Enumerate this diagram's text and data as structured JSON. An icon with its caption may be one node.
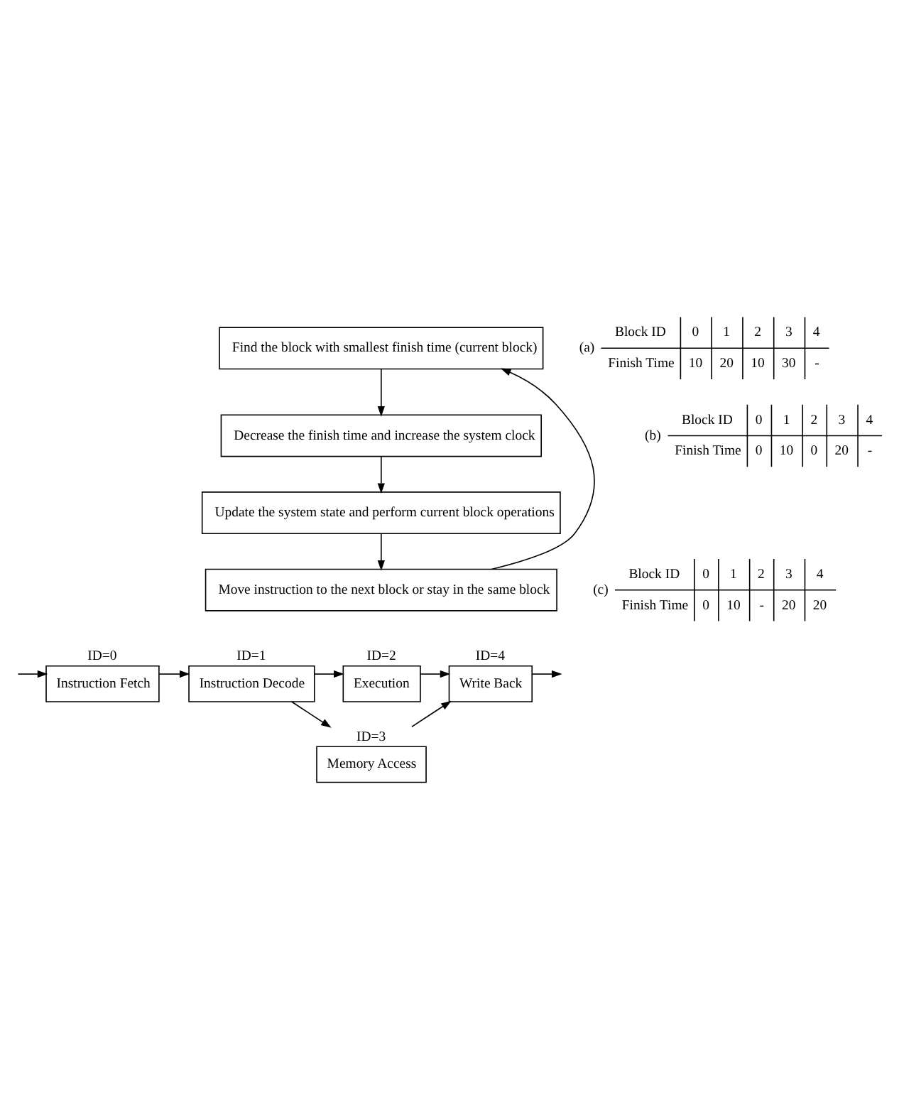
{
  "diagram": {
    "nodes": [
      {
        "text": [
          "Find the block with smallest finish time (current block)"
        ]
      },
      {
        "text": [
          "Decrease the finish time and increase the system clock"
        ]
      },
      {
        "text": [
          "Update the system state and perform current block operations"
        ]
      },
      {
        "text": [
          "Move instruction to the next block or stay in the same block"
        ]
      },
      {
        "text": [
          "Instruction Fetch"
        ],
        "beside": [
          "ID=0"
        ]
      },
      {
        "text": [
          "Instruction Decode"
        ],
        "beside": [
          "ID=1"
        ]
      },
      {
        "text": [
          "Execution"
        ],
        "beside": [
          "ID=2"
        ]
      },
      {
        "text": [
          "Memory Access"
        ],
        "beside": [
          "ID=3"
        ]
      },
      {
        "text": [
          "Write Back"
        ],
        "beside": [
          "ID=4"
        ]
      }
    ],
    "edges": [
      {
        "from": 0,
        "to": 1,
        "arrow": "to"
      },
      {
        "from": 1,
        "to": 2,
        "arrow": "to"
      },
      {
        "from": 2,
        "to": 3,
        "arrow": "to"
      },
      {
        "from": 3,
        "to": 0,
        "arrow": "to"
      },
      {
        "from": null,
        "to": 4,
        "arrow": "to"
      },
      {
        "from": 4,
        "to": 5,
        "arrow": "to"
      },
      {
        "from": 5,
        "to": 6,
        "arrow": "to"
      },
      {
        "from": 5,
        "to": 7,
        "arrow": "to"
      },
      {
        "from": 6,
        "to": 8,
        "arrow": "to"
      },
      {
        "from": 7,
        "to": 8,
        "arrow": "to"
      },
      {
        "from": 8,
        "to": null,
        "arrow": "to"
      }
    ],
    "labels": [
      "(a)",
      "Block ID",
      "0",
      "1",
      "2",
      "3",
      "4",
      "Finish Time",
      "10",
      "20",
      "10",
      "30",
      "-",
      "(b)",
      "Block ID",
      "0",
      "1",
      "2",
      "3",
      "4",
      "Finish Time",
      "0",
      "10",
      "0",
      "20",
      "-",
      "(c)",
      "Block ID",
      "0",
      "1",
      "2",
      "3",
      "4",
      "Finish Time",
      "0",
      "10",
      "-",
      "20",
      "20"
    ]
  }
}
